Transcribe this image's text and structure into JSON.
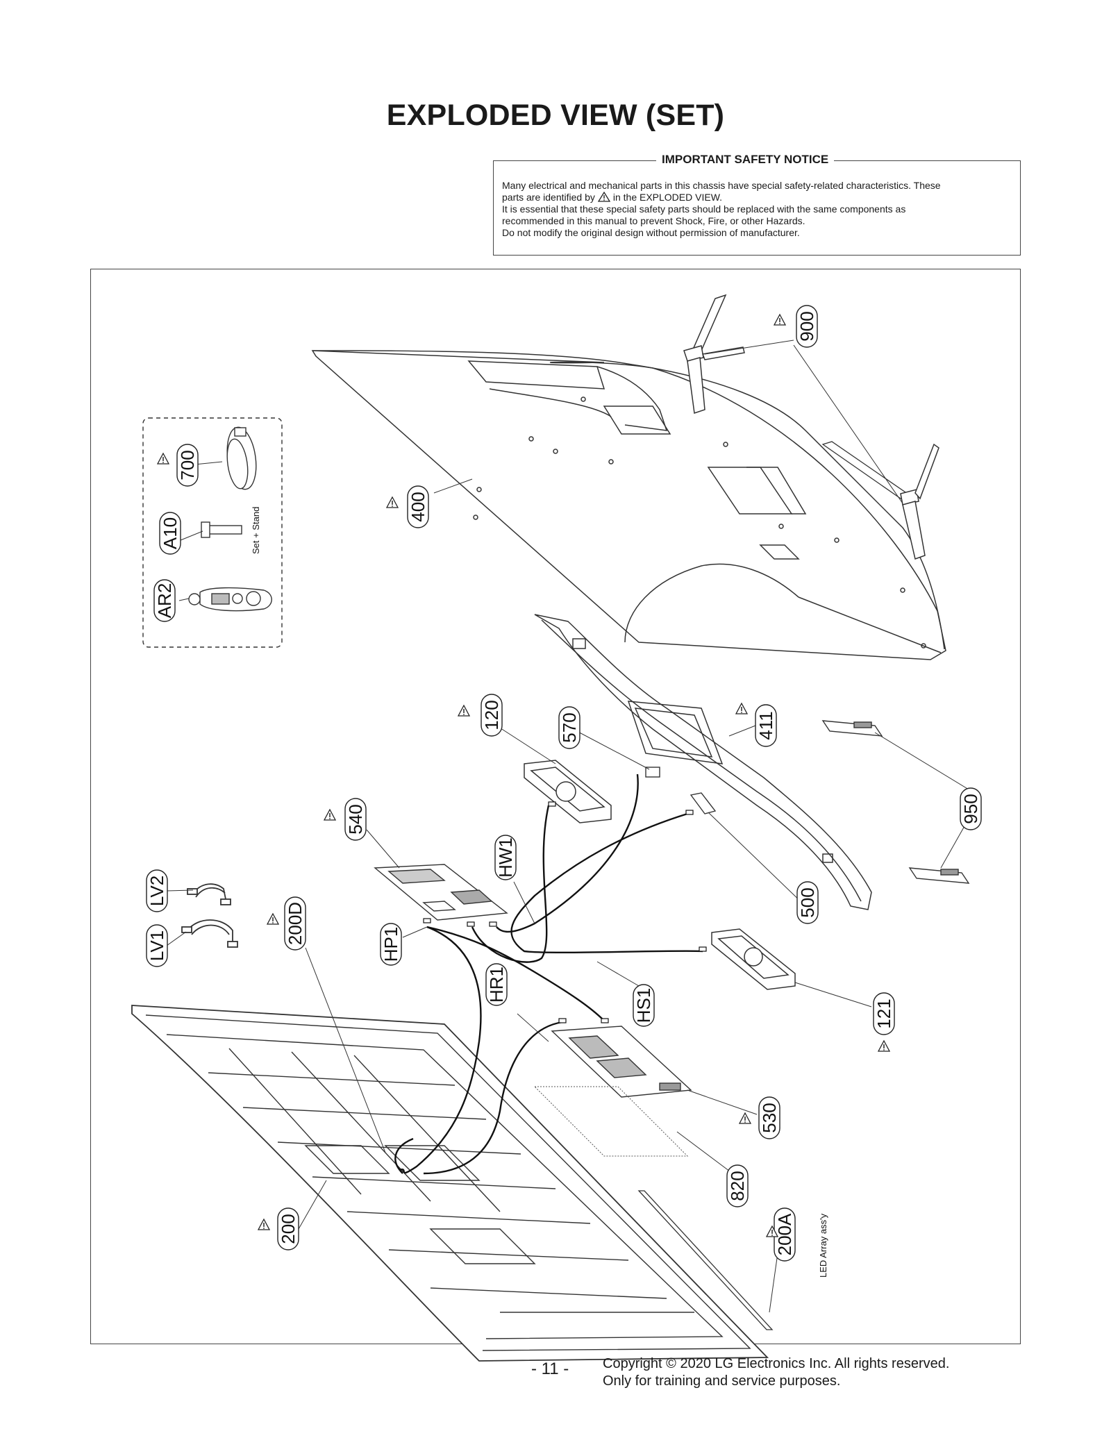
{
  "page_title": "EXPLODED VIEW (SET)",
  "notice": {
    "heading": "IMPORTANT SAFETY NOTICE",
    "line1": "Many electrical and mechanical parts in this chassis have special safety-related characteristics. These",
    "line2a": "parts are identified by",
    "line2b": "in the EXPLODED VIEW.",
    "line3": "It is essential that these special safety parts should be replaced with the same components as",
    "line4": "recommended in this manual to prevent Shock, Fire, or other Hazards.",
    "line5": "Do not modify the original design without permission of manufacturer."
  },
  "parts": {
    "p900": "900",
    "p400": "400",
    "p700": "700",
    "pA10": "A10",
    "pAR2": "AR2",
    "p411": "411",
    "p120": "120",
    "p570": "570",
    "p950": "950",
    "p540": "540",
    "pHW1": "HW1",
    "p500": "500",
    "pLV2": "LV2",
    "pLV1": "LV1",
    "p200D": "200D",
    "pHP1": "HP1",
    "pHR1": "HR1",
    "pHS1": "HS1",
    "p121": "121",
    "p530": "530",
    "p820": "820",
    "p200": "200",
    "p200A": "200A"
  },
  "captions": {
    "set_stand": "Set + Stand",
    "led_array": "LED Array ass'y"
  },
  "footer": {
    "page_number": "- 11 -",
    "copyright": "Copyright © 2020 LG Electronics Inc. All rights reserved.",
    "training": "Only for training and service purposes."
  }
}
